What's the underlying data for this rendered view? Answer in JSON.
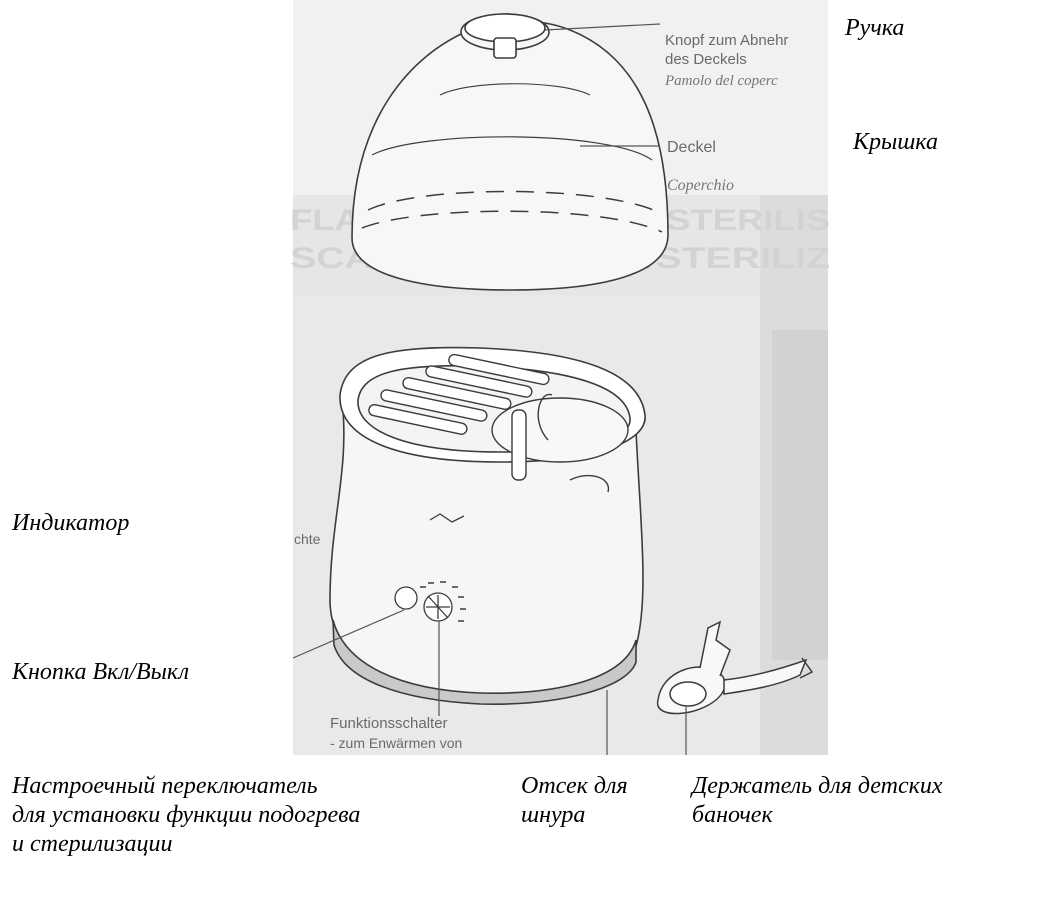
{
  "labels_ru": {
    "handle": "Ручка",
    "lid": "Крышка",
    "indicator": "Индикатор",
    "power_button": "Кнопка Вкл/Выкл",
    "function_switch": [
      "Настроечный переключатель",
      "для установки функции подогрева",
      "и стерилизации"
    ],
    "cord_compartment": [
      "Отсек для",
      "шнура"
    ],
    "jar_holder": [
      "Держатель для детских",
      "баночек"
    ]
  },
  "scan_labels": {
    "knob_de": [
      "Knopf zum Abnehr",
      "des Deckels"
    ],
    "knob_it": "Pamolo del coperc",
    "lid_de": "Deckel",
    "lid_it": "Coperchio",
    "light_partial": "chte",
    "switch_de": [
      "Funktionsschalter",
      "- zum Enwärmen von"
    ]
  },
  "background_print": [
    "FLASCHENWÄRMER/STERILIS",
    "SCALDA BIBERON/STERILIZ"
  ]
}
